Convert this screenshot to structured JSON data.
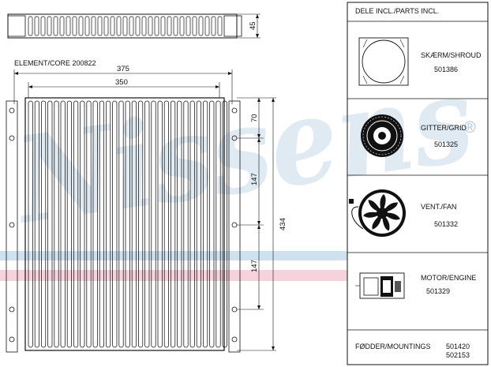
{
  "element_label": "ELEMENT/CORE 200822",
  "dimensions": {
    "top_height": "45",
    "overall_width": "375",
    "core_width": "350",
    "top_offset": "70",
    "mid_spacing_1": "147",
    "mid_spacing_2": "147",
    "overall_height": "434"
  },
  "watermark": {
    "text": "Nissens",
    "registered": "®",
    "color": "#7fa8cf",
    "band_blue": "#cfe0ef",
    "band_red": "#f6d2dc"
  },
  "parts_panel": {
    "header": "DELE INCL./PARTS INCL.",
    "items": [
      {
        "label": "SKÆRM/SHROUD",
        "number": "501386",
        "icon": "shroud-icon"
      },
      {
        "label": "GITTER/GRID",
        "number": "501325",
        "icon": "grid-icon"
      },
      {
        "label": "VENT./FAN",
        "number": "501332",
        "icon": "fan-icon"
      },
      {
        "label": "MOTOR/ENGINE",
        "number": "501329",
        "icon": "motor-icon"
      }
    ],
    "mountings": {
      "label": "FØDDER/MOUNTINGS",
      "numbers": [
        "501420",
        "502153"
      ]
    }
  }
}
